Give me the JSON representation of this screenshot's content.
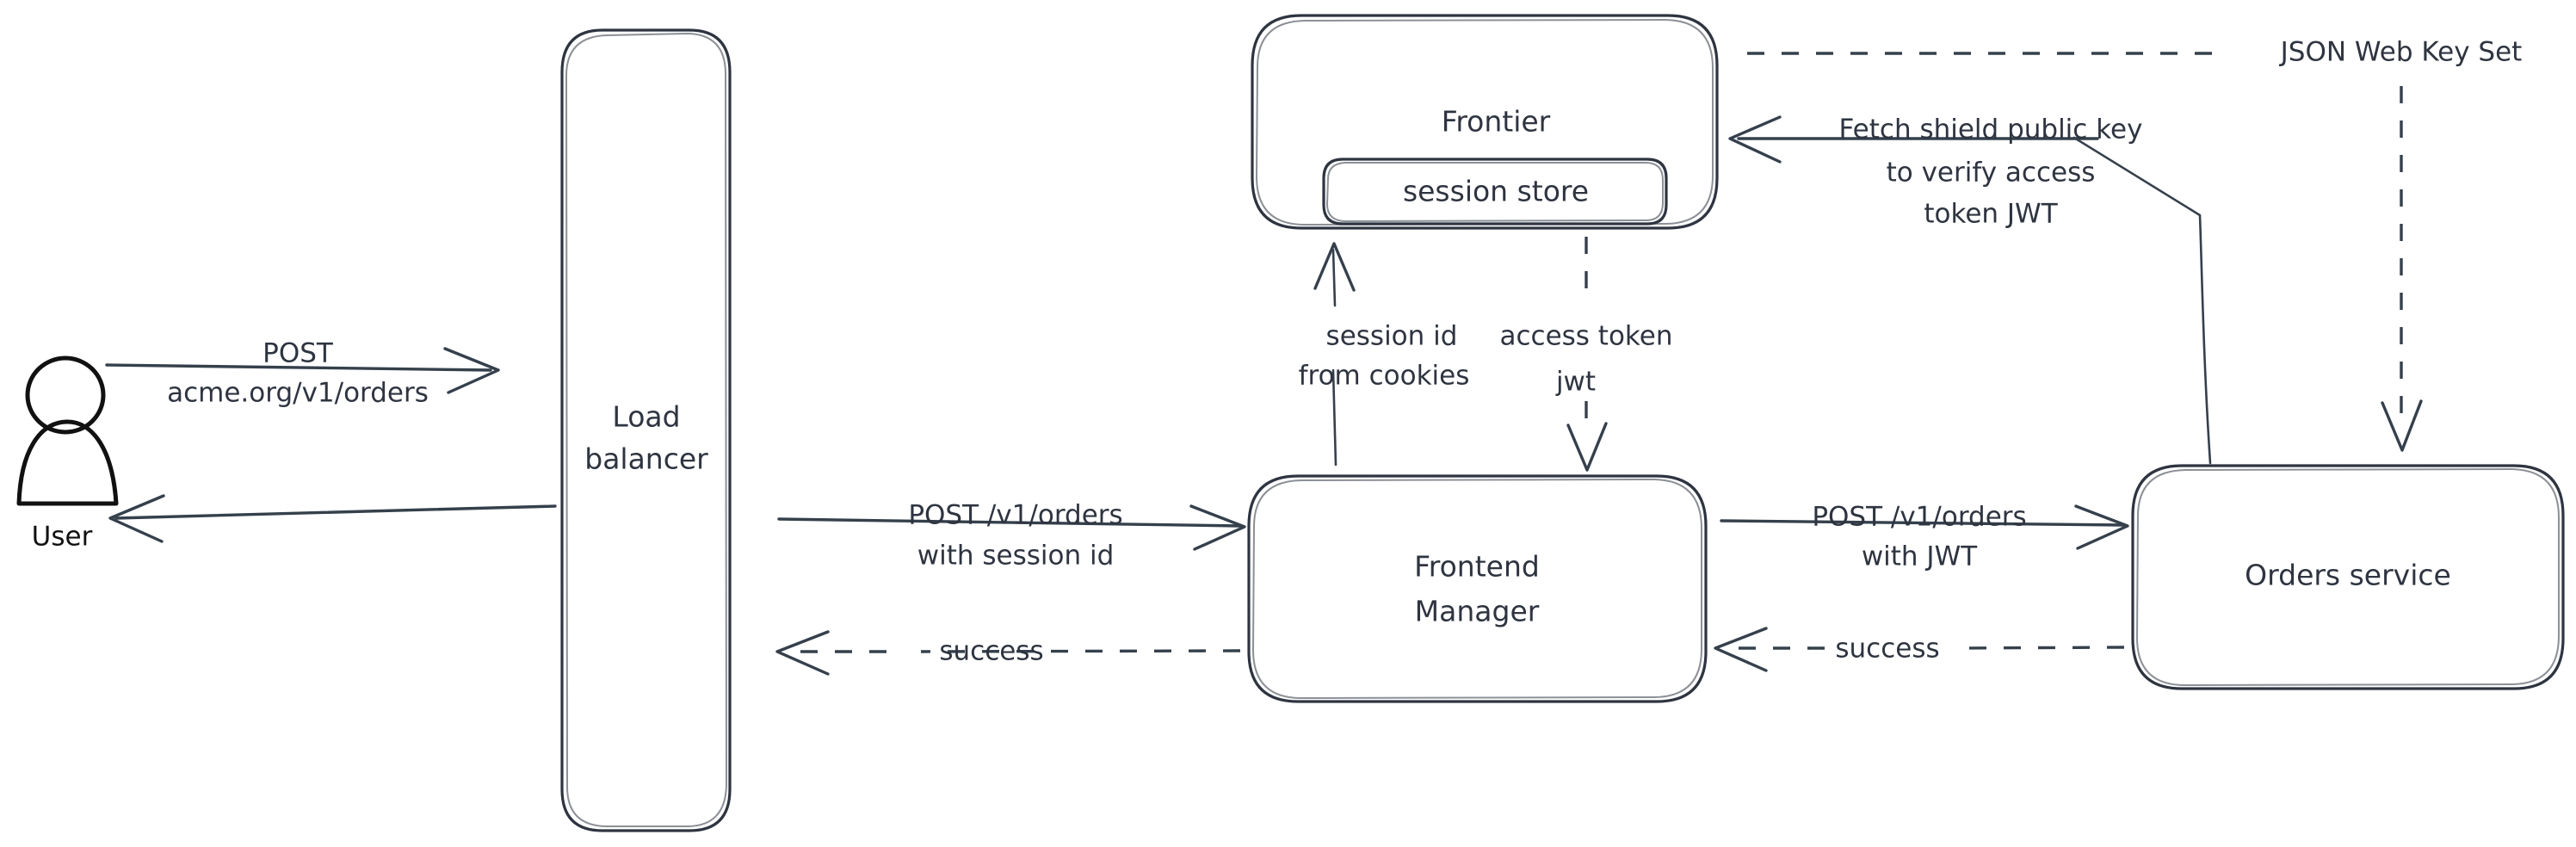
{
  "diagram": {
    "title": "Authentication request flow",
    "background_color": "#ffffff",
    "stroke_color": "#2e3440",
    "connector_color": "#35404c",
    "actor_color": "#111111"
  },
  "actors": {
    "user": {
      "label": "User",
      "icon": "person-icon"
    }
  },
  "nodes": {
    "load_balancer": {
      "label_line1": "Load",
      "label_line2": "balancer"
    },
    "frontier": {
      "label": "Frontier"
    },
    "session_store": {
      "label": "session store"
    },
    "frontend_manager": {
      "label_line1": "Frontend",
      "label_line2": "Manager"
    },
    "orders_service": {
      "label": "Orders service"
    }
  },
  "edges": {
    "user_to_lb": {
      "label_line1": "POST",
      "label_line2": "acme.org/v1/orders",
      "style": "solid",
      "direction": "right"
    },
    "lb_to_user": {
      "label": "",
      "style": "solid",
      "direction": "left"
    },
    "lb_to_fm": {
      "label_line1": "POST /v1/orders",
      "label_line2": "with session id",
      "style": "solid",
      "direction": "right"
    },
    "fm_to_lb": {
      "label": "success",
      "style": "dashed",
      "direction": "left"
    },
    "fm_to_orders": {
      "label_line1": "POST /v1/orders",
      "label_line2": "with JWT",
      "style": "solid",
      "direction": "right"
    },
    "orders_to_fm": {
      "label": "success",
      "style": "dashed",
      "direction": "left"
    },
    "fm_to_frontier": {
      "label_line1": "session id",
      "label_line2": "from cookies",
      "style": "solid",
      "direction": "up"
    },
    "frontier_to_fm": {
      "label_line1": "access token",
      "label_line2": "jwt",
      "style": "dashed",
      "direction": "down"
    },
    "orders_to_frontier": {
      "label_line1": "Fetch shield public key",
      "label_line2": "to verify access",
      "label_line3": "token JWT",
      "style": "solid",
      "direction": "left"
    },
    "frontier_to_orders_jwks": {
      "label": "JSON Web Key Set",
      "style": "dashed",
      "direction": "down"
    }
  }
}
